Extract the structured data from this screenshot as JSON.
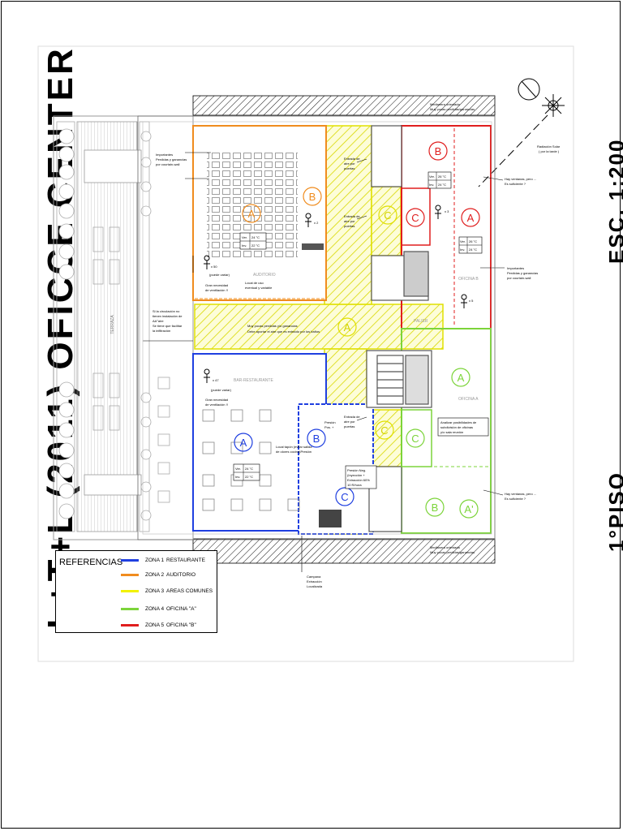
{
  "title": "L+T+L (2011) OFICCE CENTER",
  "scale": "ESC. 1:200",
  "floor": "1°PISO",
  "colors": {
    "zona1": "#1f3fe0",
    "zona2": "#f08c1e",
    "zona3": "#f2f200",
    "zona4": "#7cd43a",
    "zona5": "#e01e1e"
  },
  "legend": {
    "title": "REFERENCIAS",
    "items": [
      {
        "code": "ZONA 1",
        "label": "RESTAURANTE",
        "color": "#1f3fe0"
      },
      {
        "code": "ZONA 2",
        "label": "AUDITORIO",
        "color": "#f08c1e"
      },
      {
        "code": "ZONA 3",
        "label": "AREAS COMUNES",
        "color": "#f2f200"
      },
      {
        "code": "ZONA 4",
        "label": "OFICINA \"A\"",
        "color": "#7cd43a"
      },
      {
        "code": "ZONA 5",
        "label": "OFICINA \"B\"",
        "color": "#e01e1e"
      }
    ]
  },
  "rooms": {
    "auditorio": "AUDITORIO",
    "terraza": "TERRAZA",
    "bar": "BAR-RESTAURANTE",
    "palier": "PALIER",
    "oficina_a": "OFICINA A",
    "oficina_b": "OFICINA B"
  },
  "zone_letters": {
    "a": "A",
    "b": "B",
    "c": "C",
    "a2": "A'"
  },
  "temps": {
    "aud_ver": "Ver.",
    "aud_ver_v": "24 °C",
    "aud_inv": "Inv.",
    "aud_inv_v": "22 °C",
    "bar_ver": "Ver.",
    "bar_ver_v": "24 °C",
    "bar_inv": "Inv.",
    "bar_inv_v": "22 °C",
    "ofb_ver": "Ver.",
    "ofb_ver_v": "26 °C",
    "ofb_inv": "Inv.",
    "ofb_inv_v": "24 °C",
    "ofbb_ver": "Ver.",
    "ofbb_ver_v": "26 °C",
    "ofbb_inv": "Inv.",
    "ofbb_inv_v": "24 °C"
  },
  "notes": {
    "perdidas_l1": "Importantes",
    "perdidas_l2": "Perdidas y ganancias",
    "perdidas_l3": "por courtain-wall",
    "perdidas_r1": "Importantes",
    "perdidas_r2": "Perdidas y ganancias",
    "perdidas_r3": "por courtain-wall",
    "personas_50": "x 50",
    "puede_variar": "(puede variar)",
    "gran_necesidad_1": "Gran necesidad",
    "gran_necesidad_2": "de ventilación !!",
    "local_uso_1": "Local de uso",
    "local_uso_2": "eventual y variable",
    "x2": "x 2",
    "x3": "x 3",
    "x5": "x 5",
    "x47": "x 47",
    "bar_puede": "(puede variar)",
    "bar_gran_1": "Gran necesidad",
    "bar_gran_2": "de ventilación !!",
    "entrada_1": "Entrada de",
    "entrada_2": "aire por",
    "entrada_3": "puertas",
    "circ_1": "Si la circulación no",
    "circ_2": "tienen instalación de",
    "circ_3": "AA°aire",
    "circ_4": "Se tiene que facilitar",
    "circ_5": "la infiltración",
    "palier_note_1": "Muy pocas perdidas y/o ganancias",
    "palier_note_2": "Debe aportar el aire que es extraído por los baños",
    "presion_pos_1": "Presión",
    "presion_pos_2": "Pos. +",
    "local_tapon_1": "Local tapón (evitar salida",
    "local_tapon_2": "de olores cocina)Presión",
    "presion_neg_1": "Presión Neg.",
    "presion_neg_2": "(Inyección +",
    "presion_neg_3": "Extracción 60%",
    "presion_neg_4": "10 R/hora",
    "campana_1": "Campana",
    "campana_2": "Extracción",
    "campana_3": "Localizada",
    "analizar_1": "Analizar posibilidades de",
    "analizar_2": "subdivisión de oficinas",
    "analizar_3": "y/o sala reunión",
    "ventanas_1a": "Hay ventanas, pero ...",
    "ventanas_1b": "Es suficiente ?",
    "ventanas_2a": "Hay ventanas, pero ...",
    "ventanas_2b": "Es suficiente ?",
    "radiacion_1": "Radiación Solar",
    "radiacion_2": "( por la tarde )",
    "medianera_top_1": "Medianera orientada",
    "medianera_top_2": "Muy pocas perdidas/ganancias",
    "medianera_bot_1": "Medianera orientada",
    "medianera_bot_2": "Muy pocas perdidas/ganancias"
  }
}
